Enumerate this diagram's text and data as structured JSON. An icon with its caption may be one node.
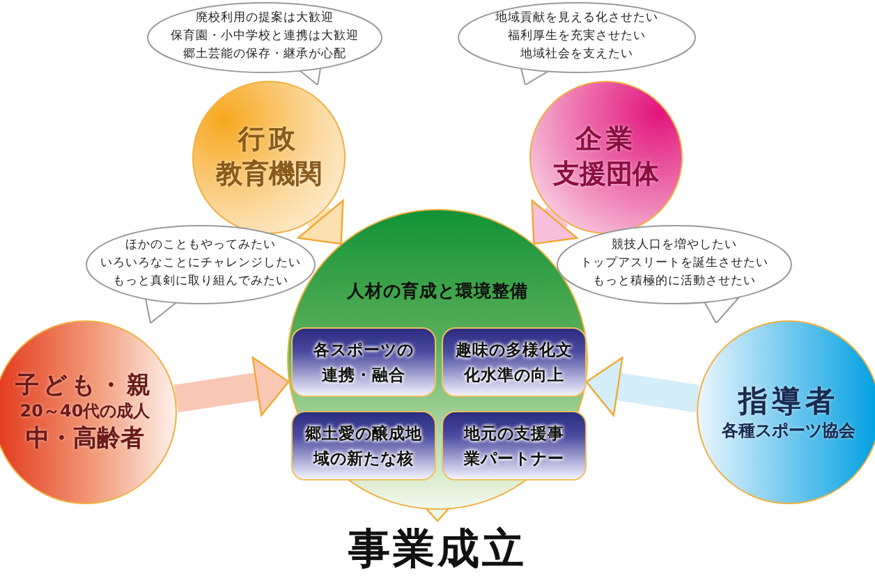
{
  "diagram": {
    "nodes": [
      {
        "text": [
          "廃校利用の提案は大歓迎",
          "保育園・小中学校と連携は大歓迎",
          "郷土芸能の保存・継承が心配"
        ]
      },
      {
        "text": [
          "行政",
          "教育機関"
        ]
      },
      {
        "text": [
          "地域貢献を見える化させたい",
          "福利厚生を充実させたい",
          "地域社会を支えたい"
        ]
      },
      {
        "text": [
          "企業",
          "支援団体"
        ]
      },
      {
        "text": [
          "ほかのこともやってみたい",
          "いろいろなことにチャレンジしたい",
          "もっと真剣に取り組んでみたい"
        ]
      },
      {
        "text": [
          "子ども・親",
          "20～40代の成人",
          "中・高齢者"
        ]
      },
      {
        "text": [
          "人材の育成と環境整備"
        ]
      },
      {
        "text": [
          "各スポーツの連携・融合"
        ],
        "in": 6
      },
      {
        "text": [
          "趣味の多様化文化水準の向上"
        ],
        "in": 6
      },
      {
        "text": [
          "郷土愛の醸成地域の新たな核"
        ],
        "in": 6
      },
      {
        "text": [
          "地元の支援事業パートナー"
        ],
        "in": 6
      },
      {
        "text": [
          "競技人口を増やしたい",
          "トップアスリートを誕生させたい",
          "もっと積極的に活動させたい"
        ]
      },
      {
        "text": [
          "指導者",
          "各種スポーツ協会"
        ]
      },
      {
        "text": [
          "事業成立"
        ]
      }
    ],
    "edges": [
      {
        "from": 1,
        "to": 6,
        "arrow": "to"
      },
      {
        "from": 3,
        "to": 6,
        "arrow": "to"
      },
      {
        "from": 5,
        "to": 6,
        "arrow": "to"
      },
      {
        "from": 12,
        "to": 6,
        "arrow": "to"
      },
      {
        "from": 6,
        "to": 13,
        "arrow": "to"
      }
    ]
  }
}
